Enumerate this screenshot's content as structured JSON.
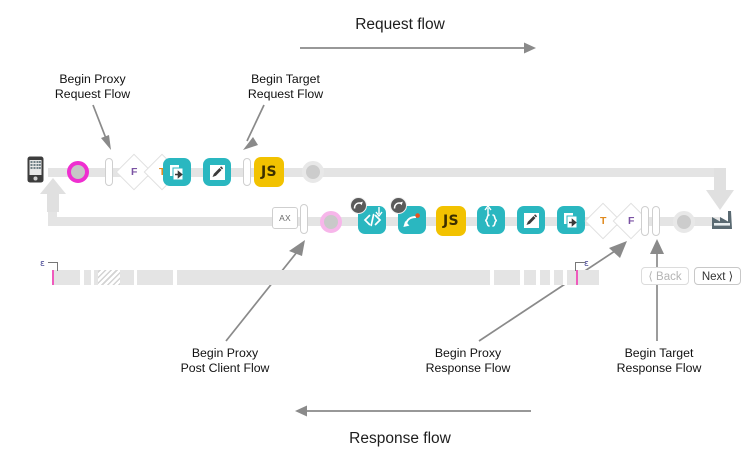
{
  "diagram": {
    "title_request": "Request flow",
    "title_response": "Response flow",
    "callouts": [
      {
        "id": "begin-proxy-request-flow",
        "line1": "Begin Proxy",
        "line2": "Request Flow"
      },
      {
        "id": "begin-target-request-flow",
        "line1": "Begin Target",
        "line2": "Request Flow"
      },
      {
        "id": "begin-proxy-post-client-flow",
        "line1": "Begin Proxy",
        "line2": "Post Client Flow"
      },
      {
        "id": "begin-proxy-response-flow",
        "line1": "Begin Proxy",
        "line2": "Response Flow"
      },
      {
        "id": "begin-target-response-flow",
        "line1": "Begin Target",
        "line2": "Response Flow"
      }
    ]
  },
  "request_row": {
    "nodes": [
      {
        "name": "client-device-icon",
        "type": "device",
        "label": ""
      },
      {
        "name": "proxy-endpoint-ring",
        "type": "ring",
        "variant": "magenta",
        "label": ""
      },
      {
        "name": "flow-start-bar",
        "type": "bar",
        "label": ""
      },
      {
        "name": "condition-false",
        "type": "diamond",
        "label": "F"
      },
      {
        "name": "condition-true",
        "type": "diamond",
        "label": "T"
      },
      {
        "name": "service-callout-policy",
        "type": "chip",
        "variant": "teal",
        "icon": "service-callout-icon",
        "label": ""
      },
      {
        "name": "assign-message-policy",
        "type": "chip",
        "variant": "teal",
        "icon": "assign-message-icon",
        "label": ""
      },
      {
        "name": "flow-end-bar",
        "type": "bar",
        "label": ""
      },
      {
        "name": "javascript-policy",
        "type": "chip",
        "variant": "yellow",
        "icon": "js-icon",
        "label": "JS"
      },
      {
        "name": "target-endpoint-ring",
        "type": "ring",
        "variant": "gray",
        "label": ""
      }
    ]
  },
  "response_row": {
    "nodes": [
      {
        "name": "post-client-flow-box",
        "type": "axbox",
        "label": "AX"
      },
      {
        "name": "post-client-bar",
        "type": "bar",
        "label": ""
      },
      {
        "name": "proxy-response-ring",
        "type": "ring",
        "variant": "pink",
        "label": ""
      },
      {
        "name": "extract-variables-policy",
        "type": "chip",
        "variant": "teal",
        "icon": "code-tag-icon",
        "badge": "response-badge",
        "label": ""
      },
      {
        "name": "raise-fault-policy",
        "type": "chip",
        "variant": "teal",
        "icon": "raise-fault-icon",
        "badge": "response-badge",
        "label": ""
      },
      {
        "name": "javascript-policy",
        "type": "chip",
        "variant": "yellow",
        "icon": "js-icon",
        "label": "JS"
      },
      {
        "name": "json-policy",
        "type": "chip",
        "variant": "teal",
        "icon": "json-braces-icon",
        "label": ""
      },
      {
        "name": "assign-message-policy",
        "type": "chip",
        "variant": "teal",
        "icon": "assign-message-icon",
        "label": ""
      },
      {
        "name": "service-callout-policy",
        "type": "chip",
        "variant": "teal",
        "icon": "service-callout-icon",
        "label": ""
      },
      {
        "name": "condition-true",
        "type": "diamond",
        "label": "T"
      },
      {
        "name": "condition-false",
        "type": "diamond",
        "label": "F"
      },
      {
        "name": "target-response-bar-1",
        "type": "bar",
        "label": ""
      },
      {
        "name": "target-response-bar-2",
        "type": "bar",
        "label": ""
      },
      {
        "name": "target-ring",
        "type": "ring",
        "variant": "gray",
        "label": ""
      },
      {
        "name": "target-server-icon",
        "type": "server",
        "label": ""
      }
    ]
  },
  "timeline": {
    "epsilon_left": "ε",
    "epsilon_right": "ε",
    "back_label": "⟨ Back",
    "next_label": "Next ⟩"
  },
  "colors": {
    "teal": "#2ab7c0",
    "yellow": "#f2c200",
    "rail": "#e4e4e4",
    "magenta": "#ef2fd0",
    "pink": "#f7b6ea",
    "arrow": "#8a8a8a",
    "badge": "#5b5b5b",
    "server": "#5a6a72"
  }
}
